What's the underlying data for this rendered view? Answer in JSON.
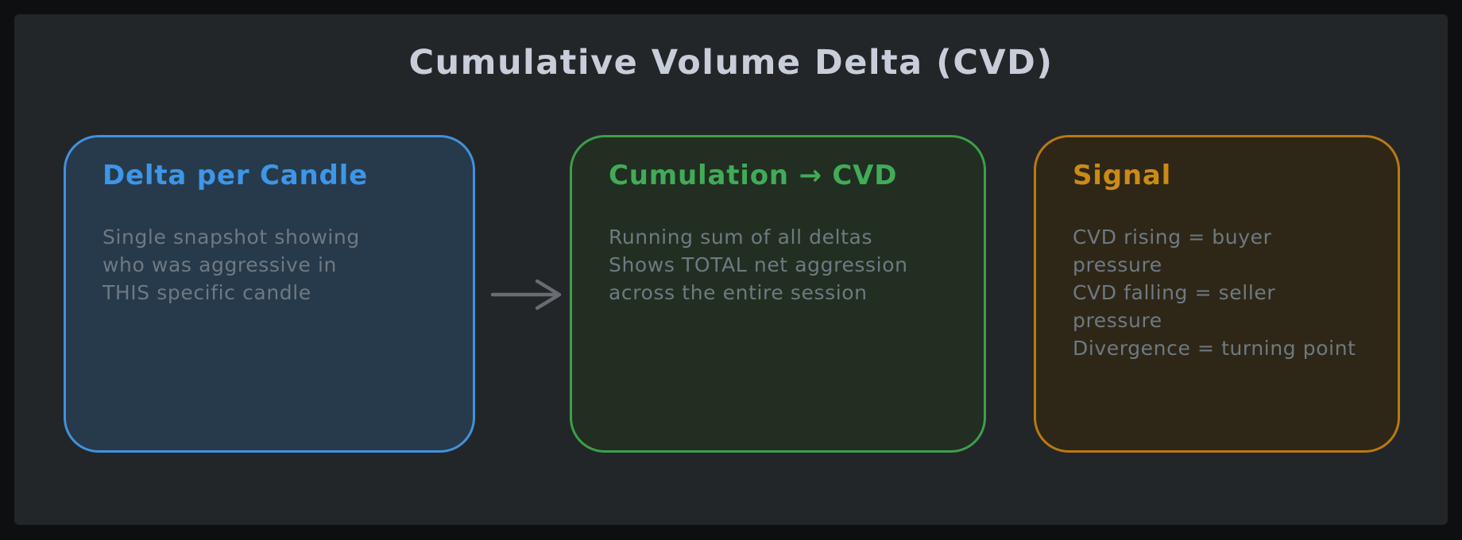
{
  "title": "Cumulative Volume Delta (CVD)",
  "colors": {
    "frame_bg": "#0e0f10",
    "canvas_bg": "#222629",
    "title_color": "#c8ced9",
    "body_text": "#6f7982",
    "arrow_color": "#676d73"
  },
  "cards": [
    {
      "heading": "Delta per Candle",
      "lines": [
        "Single snapshot showing",
        "who was aggressive in",
        "THIS specific candle"
      ],
      "border": "#4291dd",
      "fill": "#273a4b",
      "heading_color": "#3d96e8"
    },
    {
      "heading": "Cumulation → CVD",
      "lines": [
        "Running sum of all deltas",
        "Shows TOTAL net aggression",
        "across the entire session"
      ],
      "border": "#3f9e4b",
      "fill": "#222e21",
      "heading_color": "#41ab58"
    },
    {
      "heading": "Signal",
      "lines": [
        "CVD rising = buyer pressure",
        "CVD falling = seller pressure",
        "Divergence = turning point"
      ],
      "border": "#b97a10",
      "fill": "#2e2717",
      "heading_color": "#cc8a17"
    }
  ],
  "arrow": {
    "name": "flow-arrow",
    "direction": "right"
  }
}
